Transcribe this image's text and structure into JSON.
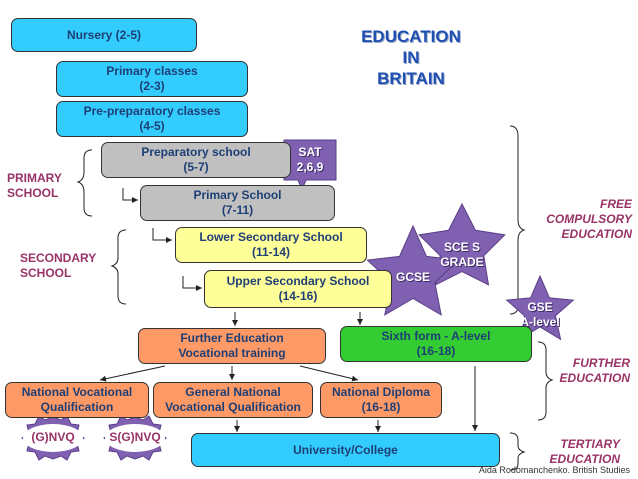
{
  "colors": {
    "blue_box": "#33ccff",
    "grey_box": "#c0c0c0",
    "yellow_box": "#ffff99",
    "orange_box": "#ff9966",
    "green_box": "#33cc33",
    "star": "#8060b0",
    "accent_text": "#993366",
    "box_text": "#1e3f75"
  },
  "title": "EDUCATION\nIN\nBRITAIN",
  "boxes": {
    "nursery": "Nursery (2-5)",
    "primary_classes": "Primary classes\n(2-3)",
    "pre_preparatory": "Pre-preparatory classes\n(4-5)",
    "preparatory": "Preparatory school\n(5-7)",
    "primary_school": "Primary School\n(7-11)",
    "lower_secondary": "Lower Secondary School\n(11-14)",
    "upper_secondary": "Upper Secondary School\n(14-16)",
    "further_education": "Further Education\nVocational training",
    "sixth_form": "Sixth form - A-level\n(16-18)",
    "nvq": "National Vocational\nQualification",
    "gnvq": "General National\nVocational Qualification",
    "national_diploma": "National Diploma\n(16-18)",
    "university": "University/College"
  },
  "stages": {
    "primary": "PRIMARY\nSCHOOL",
    "secondary": "SECONDARY\nSCHOOL",
    "free_compulsory": "FREE\nCOMPULSORY\nEDUCATION",
    "further": "FURTHER\nEDUCATION",
    "tertiary": "TERTIARY\nEDUCATION"
  },
  "badges": {
    "sat": "SAT\n2,6,9",
    "sce": "SCE S\nGRADE",
    "gcse": "GCSE",
    "gse": "GSE\nA-level",
    "gnvq_badge": "(G)NVQ",
    "sgnvq_badge": "S(G)NVQ"
  },
  "footer": "Aida Rodomanchenko. British Studies"
}
